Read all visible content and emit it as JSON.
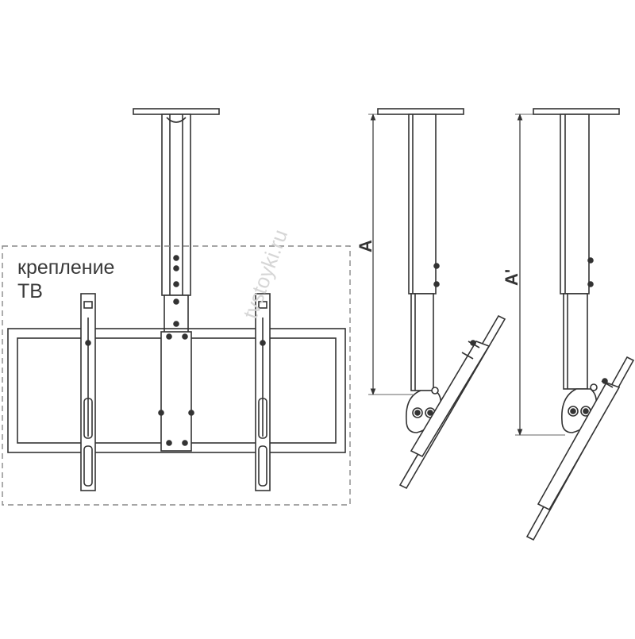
{
  "label": {
    "line1": "крепление",
    "line2": "ТВ"
  },
  "watermark": "tvstoyki.ru",
  "dimensions": {
    "a": "A",
    "a_prime": "A'"
  },
  "colors": {
    "line": "#333333",
    "dashed": "#888888",
    "watermark": "#d6d6d6"
  }
}
